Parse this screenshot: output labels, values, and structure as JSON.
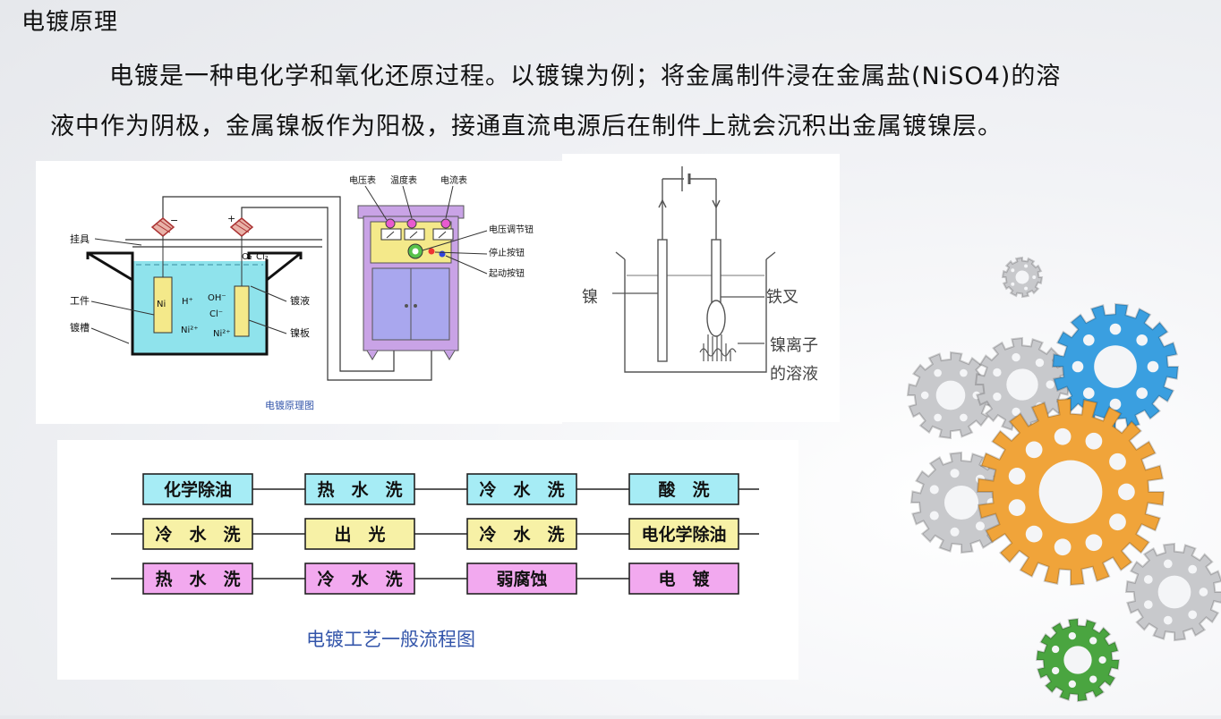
{
  "header": {
    "title": "电镀原理"
  },
  "intro": {
    "line1": "电镀是一种电化学和氧化还原过程。以镀镍为例；将金属制件浸在金属盐(NiSO4)的溶",
    "line2": "液中作为阴极，金属镍板作为阳极，接通直流电源后在制件上就会沉积出金属镀镍层。"
  },
  "diagram_a": {
    "caption": "电镀原理图",
    "labels": {
      "hanger": "挂具",
      "workpiece": "工件",
      "tank": "镀槽",
      "solution": "镀液",
      "plate": "镍板",
      "voltmeter": "电压表",
      "thermometer": "温度表",
      "ammeter": "电流表",
      "voltage_knob": "电压调节钮",
      "stop_button": "停止按钮",
      "start_button": "起动按钮",
      "minus": "−",
      "plus": "+",
      "ni": "Ni",
      "h_plus": "H⁺",
      "ni2_left": "Ni²⁺",
      "oh": "OH⁻",
      "cl": "Cl⁻",
      "ni2_right": "Ni²⁺",
      "o2": "O₂",
      "cl2": "Cl₂"
    }
  },
  "diagram_b": {
    "labels": {
      "nickel": "镍",
      "iron_fork": "铁叉",
      "ion_solution_1": "镍离子",
      "ion_solution_2": "的溶液"
    }
  },
  "flow": {
    "caption": "电镀工艺一般流程图",
    "rows": [
      [
        {
          "label": "化学除油",
          "color": "#a6ecf5"
        },
        {
          "label": "热　水　洗",
          "color": "#a6ecf5"
        },
        {
          "label": "冷　水　洗",
          "color": "#a6ecf5"
        },
        {
          "label": "酸　洗",
          "color": "#a6ecf5"
        }
      ],
      [
        {
          "label": "冷　水　洗",
          "color": "#f7f1a6"
        },
        {
          "label": "出　光",
          "color": "#f7f1a6"
        },
        {
          "label": "冷　水　洗",
          "color": "#f7f1a6"
        },
        {
          "label": "电化学除油",
          "color": "#f7f1a6"
        }
      ],
      [
        {
          "label": "热　水　洗",
          "color": "#f2a9ef"
        },
        {
          "label": "冷　水　洗",
          "color": "#f2a9ef"
        },
        {
          "label": "弱腐蚀",
          "color": "#f2a9ef"
        },
        {
          "label": "电　镀",
          "color": "#f2a9ef"
        }
      ]
    ]
  },
  "colors": {
    "solution": "#8fe3ec",
    "cabinet": "#c9a3e6",
    "panel": "#f4e98a",
    "gear_blue": "#3a9fe0",
    "gear_orange": "#f0a43a",
    "gear_green": "#4aa540",
    "gear_silver": "#c8c9cc"
  }
}
